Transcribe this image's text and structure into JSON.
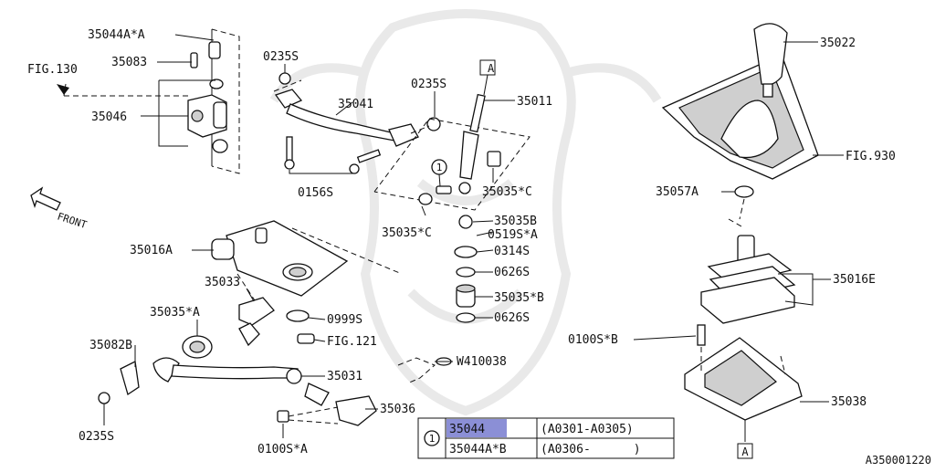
{
  "callouts": {
    "p35044a": "35044A*A",
    "p35083": "35083",
    "fig130": "FIG.130",
    "p35046": "35046",
    "p0235s_1": "0235S",
    "p0235s_2": "0235S",
    "p35041": "35041",
    "p35011": "35011",
    "ref_a_top": "A",
    "p0156s": "0156S",
    "p35035c_1": "35035*C",
    "p35035c_2": "35035*C",
    "p35035b": "35035B",
    "p0519sa": "0519S*A",
    "p0314s": "0314S",
    "p0626s_1": "0626S",
    "p35035star_b": "35035*B",
    "p0626s_2": "0626S",
    "front": "FRONT",
    "p35016a": "35016A",
    "p35033": "35033",
    "p35035a": "35035*A",
    "p0999s": "0999S",
    "fig121": "FIG.121",
    "p35082b": "35082B",
    "p35031": "35031",
    "w410038": "W410038",
    "p35036": "35036",
    "p0235s_3": "0235S",
    "p0100sa": "0100S*A",
    "p35022": "35022",
    "fig930": "FIG.930",
    "p35057a": "35057A",
    "p35016e": "35016E",
    "p0100sb": "0100S*B",
    "p35038": "35038",
    "ref_a_bottom": "A",
    "marker1": "1",
    "diagram_code": "A350001220"
  },
  "table": {
    "marker": "1",
    "rows": [
      {
        "part": "35044",
        "range": "(A0301-A0305)"
      },
      {
        "part": "35044A*B",
        "range": "(A0306-      )"
      }
    ]
  },
  "colors": {
    "highlight": "#8b8fd6",
    "watermark": "#e9e9e9"
  }
}
